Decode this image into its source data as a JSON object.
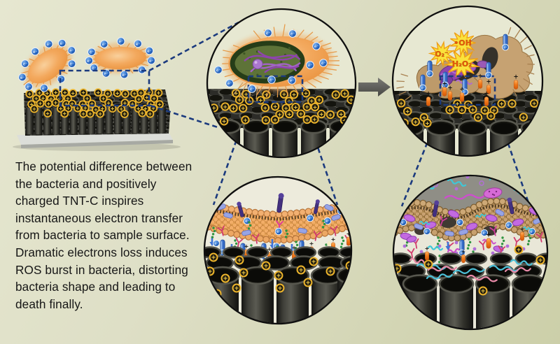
{
  "description": {
    "lines": [
      "The potential difference between",
      "the bacteria and positively",
      "charged TNT-C inspires",
      "instantaneous electron transfer",
      "from bacteria to sample surface.",
      "Dramatic electrons loss induces",
      "ROS burst in bacteria, distorting",
      "bacteria shape and leading to",
      "death finally."
    ]
  },
  "symbols": {
    "electron": "e⁻",
    "positive": "+"
  },
  "ros": {
    "labels": [
      "O₂⁻",
      "•OH",
      "H₂O₂"
    ]
  },
  "colors": {
    "background": "#dfe0c6",
    "dash_blue": "#1b3a7e",
    "charge_yellow": "#edb52c",
    "electron_blue": "#2a6cc8",
    "bacteria_orange": "#f0a45c",
    "ros_star_yellow": "#fae23c",
    "ros_label_orange": "#e85c0a",
    "nanotube_dark": "#2b2b28",
    "membrane_tan": "#c49a62",
    "description_text": "#151515"
  }
}
